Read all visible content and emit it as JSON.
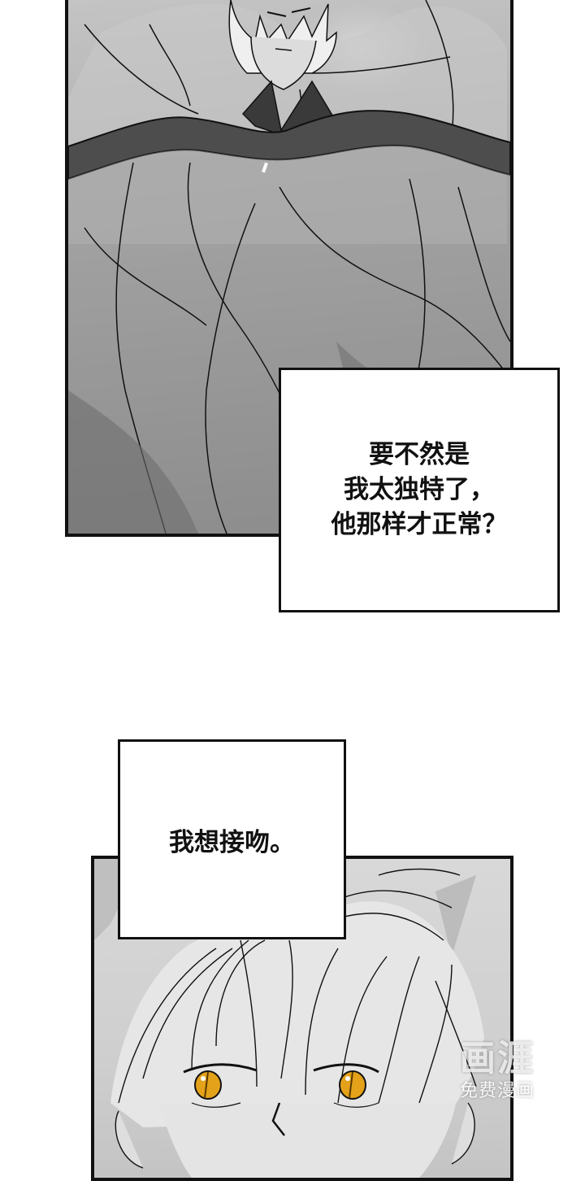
{
  "page": {
    "type": "comic-page",
    "background_color": "#ffffff",
    "panel_border_color": "#111111"
  },
  "panels": [
    {
      "id": "top",
      "description": "Sleeping blond young man lying on pillow under a blanket, eyes closed",
      "tone": "grayscale"
    },
    {
      "id": "bottom",
      "description": "Close-up of young man's face with messy light hair and golden cat-like eyes",
      "tone": "grayscale",
      "accent_color": "#e3a21a"
    }
  ],
  "captions": [
    {
      "id": "caption-1",
      "lines": [
        "要不然是",
        "我太独特了，",
        "他那样才正常？"
      ]
    },
    {
      "id": "caption-2",
      "text": "我想接吻。"
    }
  ],
  "watermark": {
    "logo_text": "画涯",
    "subtitle": "免费漫画"
  }
}
